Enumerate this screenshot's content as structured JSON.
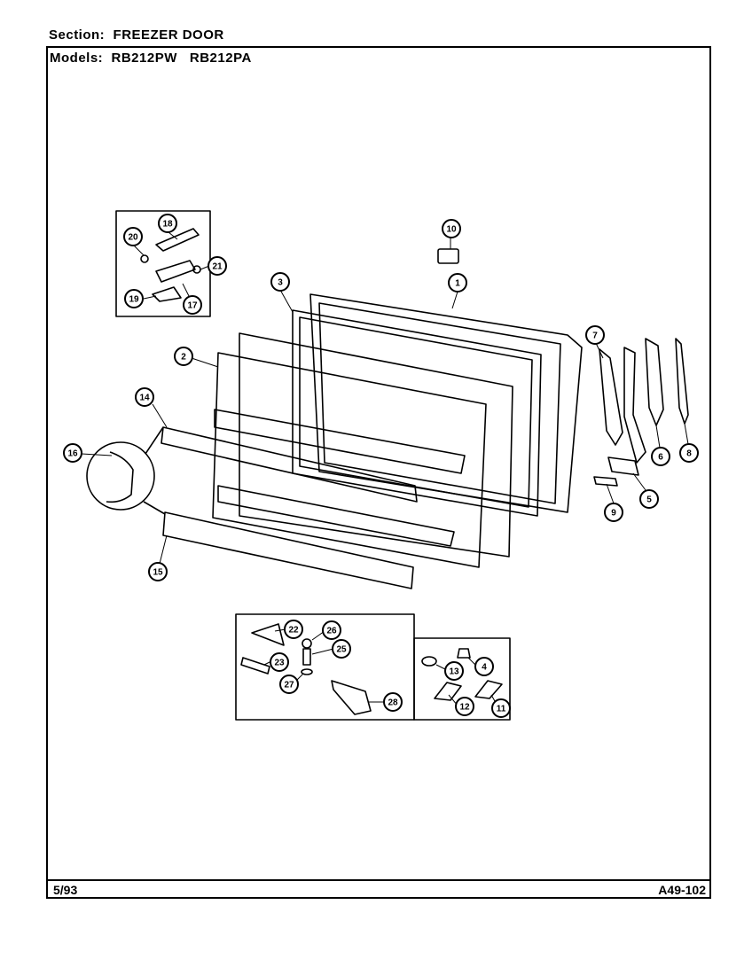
{
  "header": {
    "section_label": "Section:",
    "section_value": "FREEZER DOOR",
    "models_label": "Models:",
    "models": [
      "RB212PW",
      "RB212PA"
    ]
  },
  "footer": {
    "date": "5/93",
    "code": "A49-102"
  },
  "callouts": [
    {
      "id": "1",
      "name": "callout-1"
    },
    {
      "id": "2",
      "name": "callout-2"
    },
    {
      "id": "3",
      "name": "callout-3"
    },
    {
      "id": "4",
      "name": "callout-4"
    },
    {
      "id": "5",
      "name": "callout-5"
    },
    {
      "id": "6",
      "name": "callout-6"
    },
    {
      "id": "7",
      "name": "callout-7"
    },
    {
      "id": "8",
      "name": "callout-8"
    },
    {
      "id": "9",
      "name": "callout-9"
    },
    {
      "id": "10",
      "name": "callout-10"
    },
    {
      "id": "11",
      "name": "callout-11"
    },
    {
      "id": "12",
      "name": "callout-12"
    },
    {
      "id": "13",
      "name": "callout-13"
    },
    {
      "id": "14",
      "name": "callout-14"
    },
    {
      "id": "15",
      "name": "callout-15"
    },
    {
      "id": "16",
      "name": "callout-16"
    },
    {
      "id": "17",
      "name": "callout-17"
    },
    {
      "id": "18",
      "name": "callout-18"
    },
    {
      "id": "19",
      "name": "callout-19"
    },
    {
      "id": "20",
      "name": "callout-20"
    },
    {
      "id": "21",
      "name": "callout-21"
    },
    {
      "id": "22",
      "name": "callout-22"
    },
    {
      "id": "23",
      "name": "callout-23"
    },
    {
      "id": "25",
      "name": "callout-25"
    },
    {
      "id": "26",
      "name": "callout-26"
    },
    {
      "id": "27",
      "name": "callout-27"
    },
    {
      "id": "28",
      "name": "callout-28"
    }
  ]
}
